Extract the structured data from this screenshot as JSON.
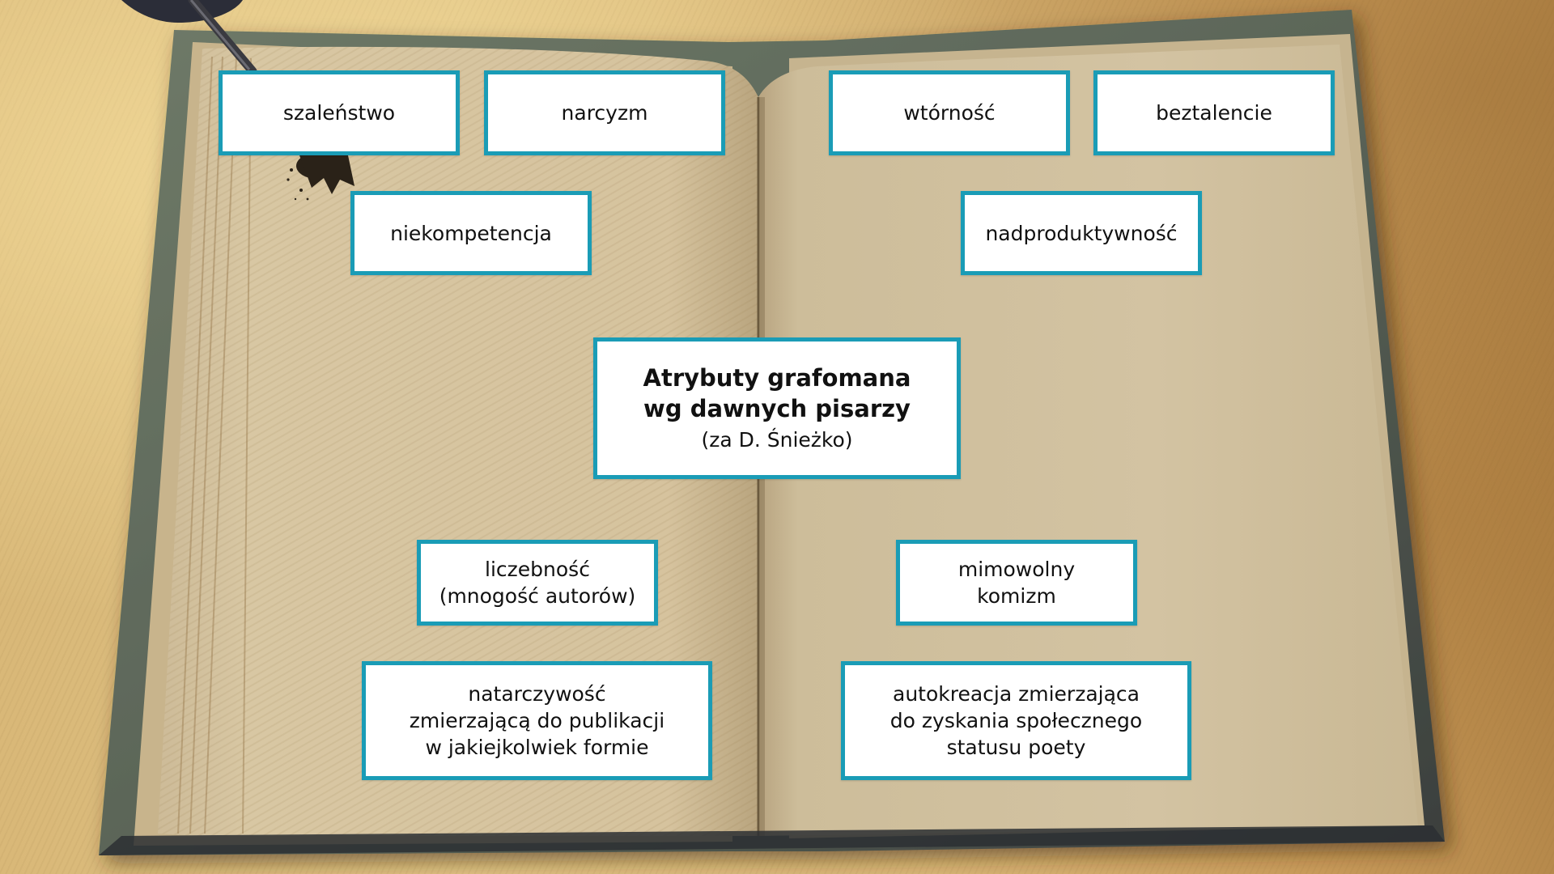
{
  "diagram": {
    "title": "Atrybuty grafomana\nwg dawnych pisarzy",
    "subtitle": "(za D. Śnieżko)",
    "left_page": {
      "top_row": [
        "szaleństwo",
        "narcyzm"
      ],
      "second_row": [
        "niekompetencja"
      ],
      "lower": [
        "liczebność\n(mnogość autorów)",
        "natarczywość\nzmierzającą do publikacji\nw jakiejkolwiek formie"
      ]
    },
    "right_page": {
      "top_row": [
        "wtórność",
        "beztalencie"
      ],
      "second_row": [
        "nadproduktywność"
      ],
      "lower": [
        "mimowolny\nkomizm",
        "autokreacja zmierzająca\ndo zyskania społecznego\nstatusu poety"
      ]
    }
  },
  "colors": {
    "box_border": "#1a9cb6",
    "box_fill": "#ffffff",
    "text": "#111111"
  },
  "decorations": {
    "background": "aged-parchment",
    "book": "open-book",
    "quill": "quill-pen-icon",
    "ink": "ink-splatter"
  }
}
